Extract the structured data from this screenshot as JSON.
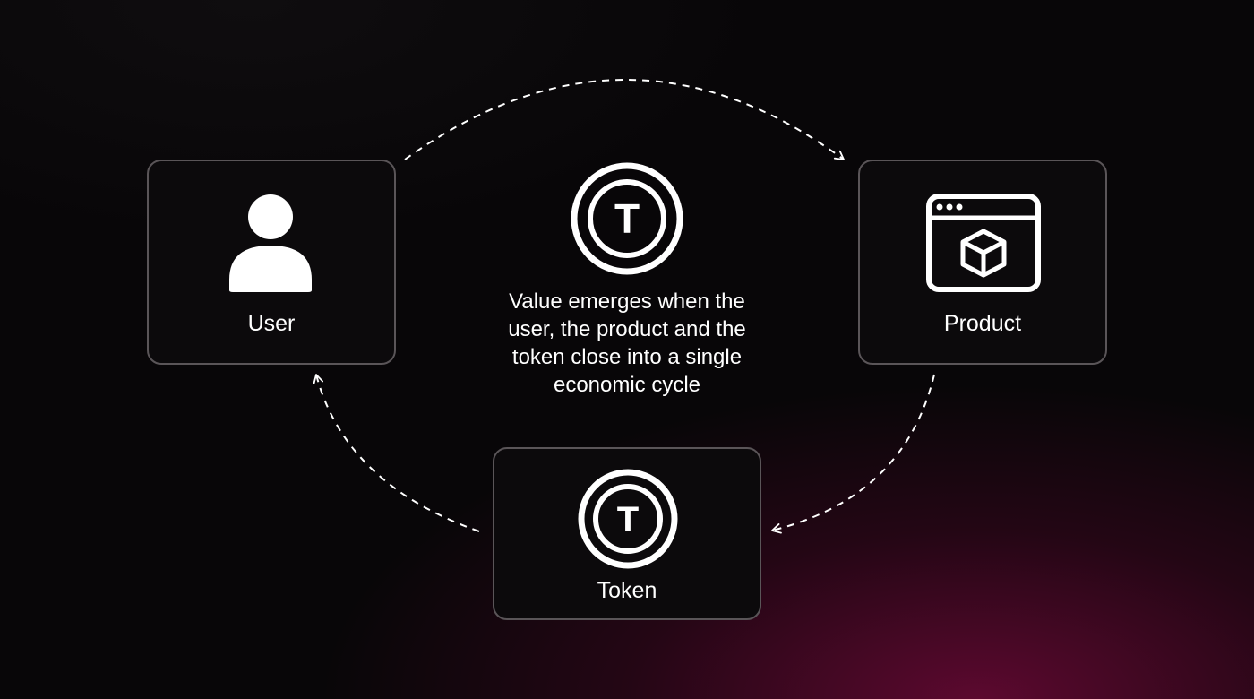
{
  "nodes": {
    "user": {
      "label": "User",
      "icon": "user-icon"
    },
    "product": {
      "label": "Product",
      "icon": "browser-box-icon"
    },
    "token": {
      "label": "Token",
      "icon": "token-coin-icon"
    }
  },
  "center": {
    "icon": "token-coin-icon",
    "caption": "Value emerges when the user, the product and the token close into a single economic cycle"
  },
  "token_glyph": "T",
  "colors": {
    "background": "#080608",
    "accent_glow": "#780a3c",
    "card_border": "#5a5558",
    "foreground": "#ffffff"
  },
  "cycle": [
    {
      "from": "user",
      "to": "product"
    },
    {
      "from": "product",
      "to": "token"
    },
    {
      "from": "token",
      "to": "user"
    }
  ]
}
